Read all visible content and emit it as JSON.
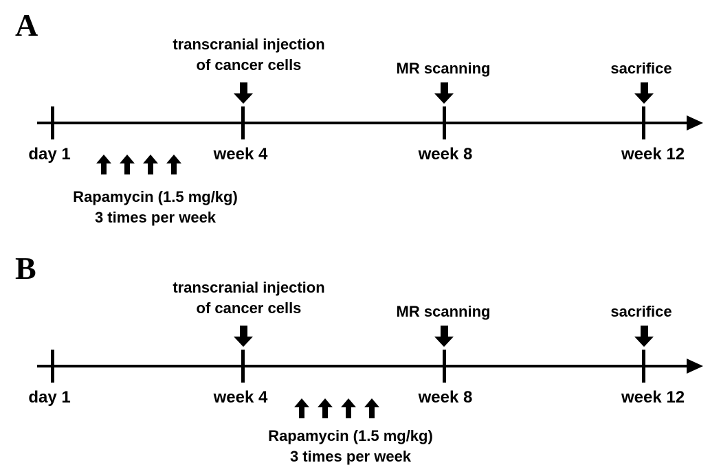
{
  "colors": {
    "ink": "#000000",
    "background": "#ffffff"
  },
  "panels": [
    {
      "label": "A",
      "annotations": {
        "injection": {
          "line1": "transcranial injection",
          "line2": "of cancer cells",
          "at": "week 4"
        },
        "mr": {
          "text": "MR scanning",
          "at": "week 8"
        },
        "sacrifice": {
          "text": "sacrifice",
          "at": "week 12"
        }
      },
      "ticks": [
        "day 1",
        "week 4",
        "week 8",
        "week 12"
      ],
      "treatment": {
        "line1": "Rapamycin (1.5 mg/kg)",
        "line2": "3 times per week",
        "arrow_count": 4,
        "position": "between day 1 and week 4"
      }
    },
    {
      "label": "B",
      "annotations": {
        "injection": {
          "line1": "transcranial injection",
          "line2": "of cancer cells",
          "at": "week 4"
        },
        "mr": {
          "text": "MR scanning",
          "at": "week 8"
        },
        "sacrifice": {
          "text": "sacrifice",
          "at": "week 12"
        }
      },
      "ticks": [
        "day 1",
        "week 4",
        "week 8",
        "week 12"
      ],
      "treatment": {
        "line1": "Rapamycin (1.5 mg/kg)",
        "line2": "3 times per week",
        "arrow_count": 4,
        "position": "between week 4 and week 8"
      }
    }
  ]
}
